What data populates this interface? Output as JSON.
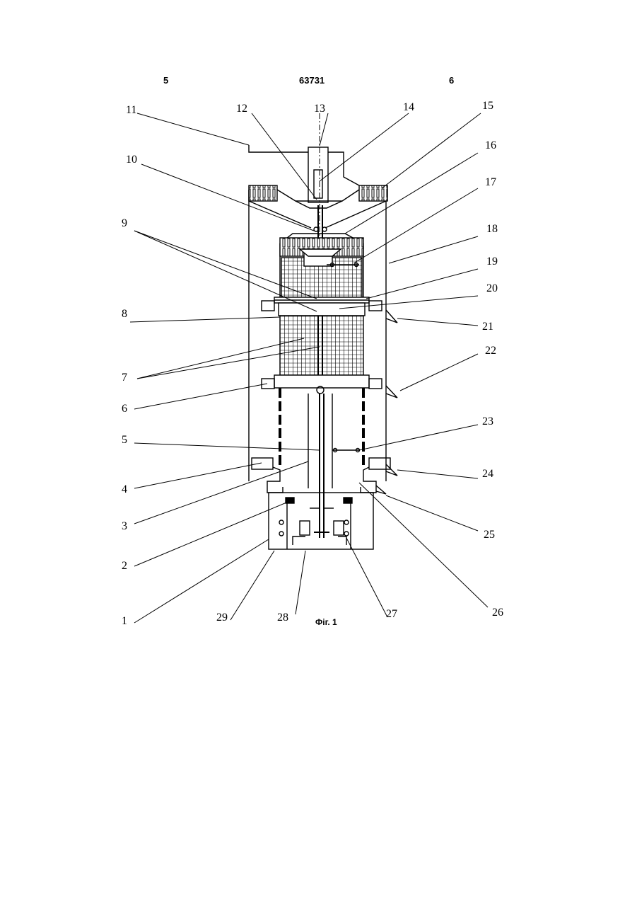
{
  "header": {
    "left_page": "5",
    "patent_no": "63731",
    "right_page": "6"
  },
  "figure": {
    "caption": "Фіг. 1",
    "labels": [
      "1",
      "2",
      "3",
      "4",
      "5",
      "6",
      "7",
      "8",
      "9",
      "10",
      "11",
      "12",
      "13",
      "14",
      "15",
      "16",
      "17",
      "18",
      "19",
      "20",
      "21",
      "22",
      "23",
      "24",
      "25",
      "26",
      "27",
      "28",
      "29"
    ]
  },
  "colors": {
    "ink": "#000000",
    "paper": "#ffffff"
  }
}
